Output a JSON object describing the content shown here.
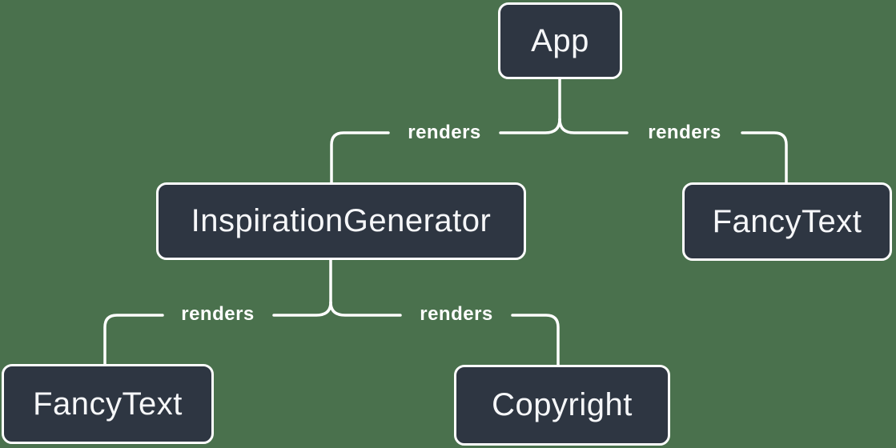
{
  "diagram": {
    "type": "tree",
    "background_color": "#4a714d",
    "node_fill_color": "#2e3642",
    "node_border_color": "#ffffff",
    "node_text_color": "#f6f7f9",
    "edge_color": "#ffffff",
    "nodes": [
      {
        "id": "app",
        "label": "App"
      },
      {
        "id": "inspiration-generator",
        "label": "InspirationGenerator"
      },
      {
        "id": "fancy-text-right",
        "label": "FancyText"
      },
      {
        "id": "fancy-text-left",
        "label": "FancyText"
      },
      {
        "id": "copyright",
        "label": "Copyright"
      }
    ],
    "edges": [
      {
        "from": "App",
        "to": "InspirationGenerator",
        "label": "renders"
      },
      {
        "from": "App",
        "to": "FancyText",
        "label": "renders"
      },
      {
        "from": "InspirationGenerator",
        "to": "FancyText",
        "label": "renders"
      },
      {
        "from": "InspirationGenerator",
        "to": "Copyright",
        "label": "renders"
      }
    ]
  }
}
